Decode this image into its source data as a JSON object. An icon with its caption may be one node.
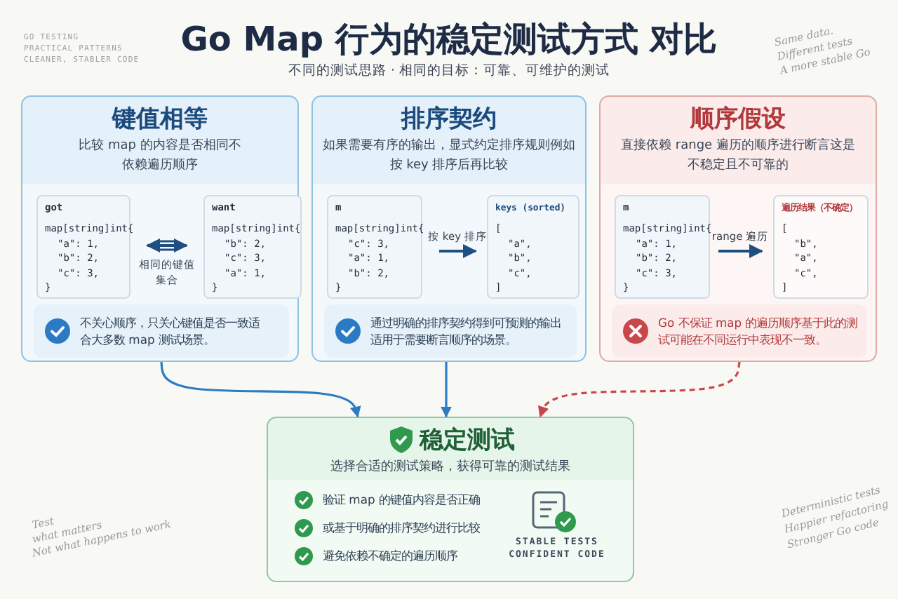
{
  "diagram": {
    "title": "Go Map 行为的稳定测试方式 对比",
    "nodes": [
      {
        "text": [
          "键值相等",
          "比较 map 的内容是否相同不依赖遍历顺序"
        ]
      },
      {
        "text": [
          "got",
          "map[string]int{ \"a\": 1, \"b\": 2, \"c\": 3, }"
        ],
        "in": 0
      },
      {
        "text": [
          "want",
          "map[string]int{ \"b\": 2, \"c\": 3, \"a\": 1, }"
        ],
        "in": 0
      },
      {
        "text": [
          "不关心顺序，只关心键值是否一致适合大多数 map 测试场景。"
        ],
        "in": 0
      },
      {
        "text": [
          "排序契约",
          "如果需要有序的输出，显式约定排序规则例如按 key 排序后再比较"
        ]
      },
      {
        "text": [
          "m",
          "map[string]int{ \"c\": 3, \"a\": 1, \"b\": 2, }"
        ],
        "in": 4
      },
      {
        "text": [
          "keys (sorted)",
          "[ \"a\", \"b\", \"c\", ]"
        ],
        "in": 4
      },
      {
        "text": [
          "通过明确的排序契约得到可预测的输出适用于需要断言顺序的场景。"
        ],
        "in": 4
      },
      {
        "text": [
          "顺序假设",
          "直接依赖 range 遍历的顺序进行断言这是不稳定且不可靠的"
        ]
      },
      {
        "text": [
          "m",
          "map[string]int{ \"a\": 1, \"b\": 2, \"c\": 3, }"
        ],
        "in": 8
      },
      {
        "text": [
          "遍历结果（不确定）",
          "[ \"b\", \"a\", \"c\", ]"
        ],
        "in": 8
      },
      {
        "text": [
          "Go 不保证 map 的遍历顺序基于此的测试可能在不同运行中表现不一致。"
        ],
        "in": 8
      },
      {
        "text": [
          "稳定测试",
          "选择合适的测试策略，获得可靠的测试结果",
          "验证 map 的键值内容是否正确",
          "或基于明确的排序契约进行比较",
          "避免依赖不确定的遍历顺序",
          "STABLE TESTS CONFIDENT CODE"
        ]
      }
    ],
    "edges": [
      {
        "from": 1,
        "to": 2,
        "arrow": "both",
        "label": "相同的键值集合"
      },
      {
        "from": 5,
        "to": 6,
        "arrow": "to",
        "label": "按 key 排序"
      },
      {
        "from": 9,
        "to": 10,
        "arrow": "to",
        "label": "range 遍历"
      },
      {
        "from": 0,
        "to": 12,
        "arrow": "to"
      },
      {
        "from": 4,
        "to": 12,
        "arrow": "to"
      },
      {
        "from": 8,
        "to": 12,
        "arrow": "to",
        "style": "dashed",
        "color": "#c9464a"
      }
    ],
    "labels": [
      "不同的测试思路 · 相同的目标：可靠、可维护的测试",
      "GO TESTING",
      "PRACTICAL PATTERNS",
      "CLEANER, STABLER CODE",
      "Same data.",
      "Different tests",
      "A more stable Go",
      "Test",
      "what matters",
      "Not what happens to work",
      "Deterministic tests",
      "Happier refactoring",
      "Stronger Go code"
    ]
  }
}
